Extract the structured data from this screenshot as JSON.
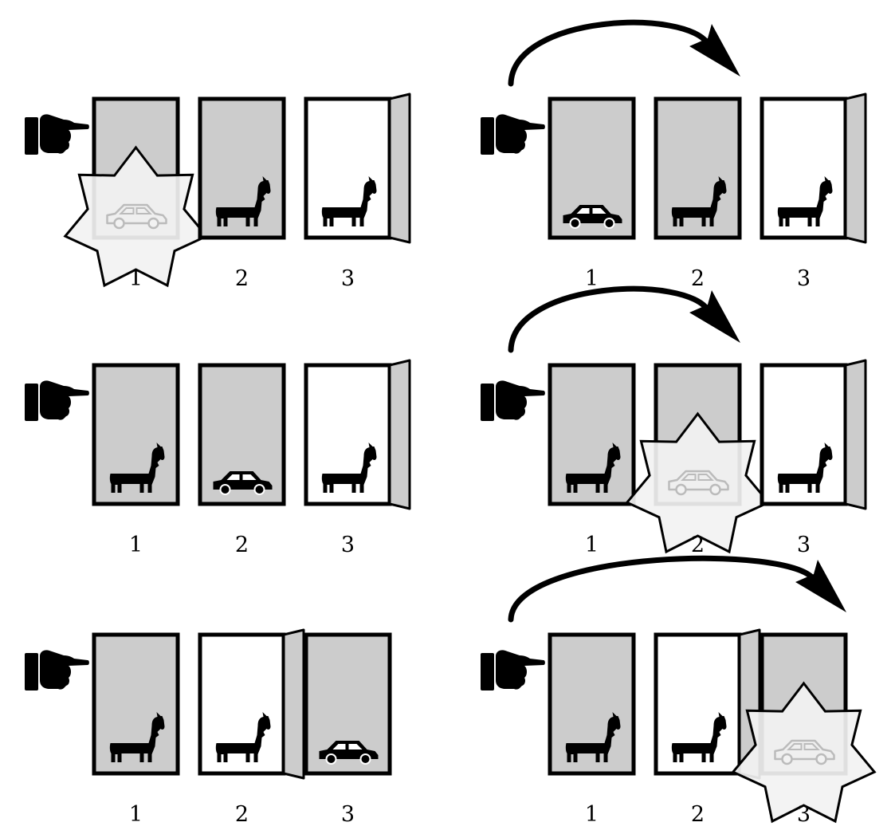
{
  "colors": {
    "door_closed": "#cccccc",
    "door_open": "#ffffff",
    "outline": "#000000",
    "reveal_burst": "#f2f2f2",
    "ghost_car": "#bbbbbb",
    "figure": "#000000"
  },
  "panels": [
    {
      "id": "row1-left",
      "pointer_at_door": 1,
      "switch_arrow": null,
      "doors": [
        {
          "label": "1",
          "state": "closed",
          "content": "car",
          "revealed": true
        },
        {
          "label": "2",
          "state": "closed",
          "content": "goat",
          "revealed": false
        },
        {
          "label": "3",
          "state": "open",
          "content": "goat",
          "revealed": false
        }
      ]
    },
    {
      "id": "row1-right",
      "pointer_at_door": 1,
      "switch_arrow": {
        "from_door": 1,
        "to_door": 2
      },
      "doors": [
        {
          "label": "1",
          "state": "closed",
          "content": "car",
          "revealed": false
        },
        {
          "label": "2",
          "state": "closed",
          "content": "goat",
          "revealed": false
        },
        {
          "label": "3",
          "state": "open",
          "content": "goat",
          "revealed": false
        }
      ]
    },
    {
      "id": "row2-left",
      "pointer_at_door": 1,
      "switch_arrow": null,
      "doors": [
        {
          "label": "1",
          "state": "closed",
          "content": "goat",
          "revealed": false
        },
        {
          "label": "2",
          "state": "closed",
          "content": "car",
          "revealed": false
        },
        {
          "label": "3",
          "state": "open",
          "content": "goat",
          "revealed": false
        }
      ]
    },
    {
      "id": "row2-right",
      "pointer_at_door": 1,
      "switch_arrow": {
        "from_door": 1,
        "to_door": 2
      },
      "doors": [
        {
          "label": "1",
          "state": "closed",
          "content": "goat",
          "revealed": false
        },
        {
          "label": "2",
          "state": "closed",
          "content": "car",
          "revealed": true
        },
        {
          "label": "3",
          "state": "open",
          "content": "goat",
          "revealed": false
        }
      ]
    },
    {
      "id": "row3-left",
      "pointer_at_door": 1,
      "switch_arrow": null,
      "doors": [
        {
          "label": "1",
          "state": "closed",
          "content": "goat",
          "revealed": false
        },
        {
          "label": "2",
          "state": "open",
          "content": "goat",
          "revealed": false
        },
        {
          "label": "3",
          "state": "closed",
          "content": "car",
          "revealed": false
        }
      ]
    },
    {
      "id": "row3-right",
      "pointer_at_door": 1,
      "switch_arrow": {
        "from_door": 1,
        "to_door": 3
      },
      "doors": [
        {
          "label": "1",
          "state": "closed",
          "content": "goat",
          "revealed": false
        },
        {
          "label": "2",
          "state": "open",
          "content": "goat",
          "revealed": false
        },
        {
          "label": "3",
          "state": "closed",
          "content": "car",
          "revealed": true
        }
      ]
    }
  ]
}
